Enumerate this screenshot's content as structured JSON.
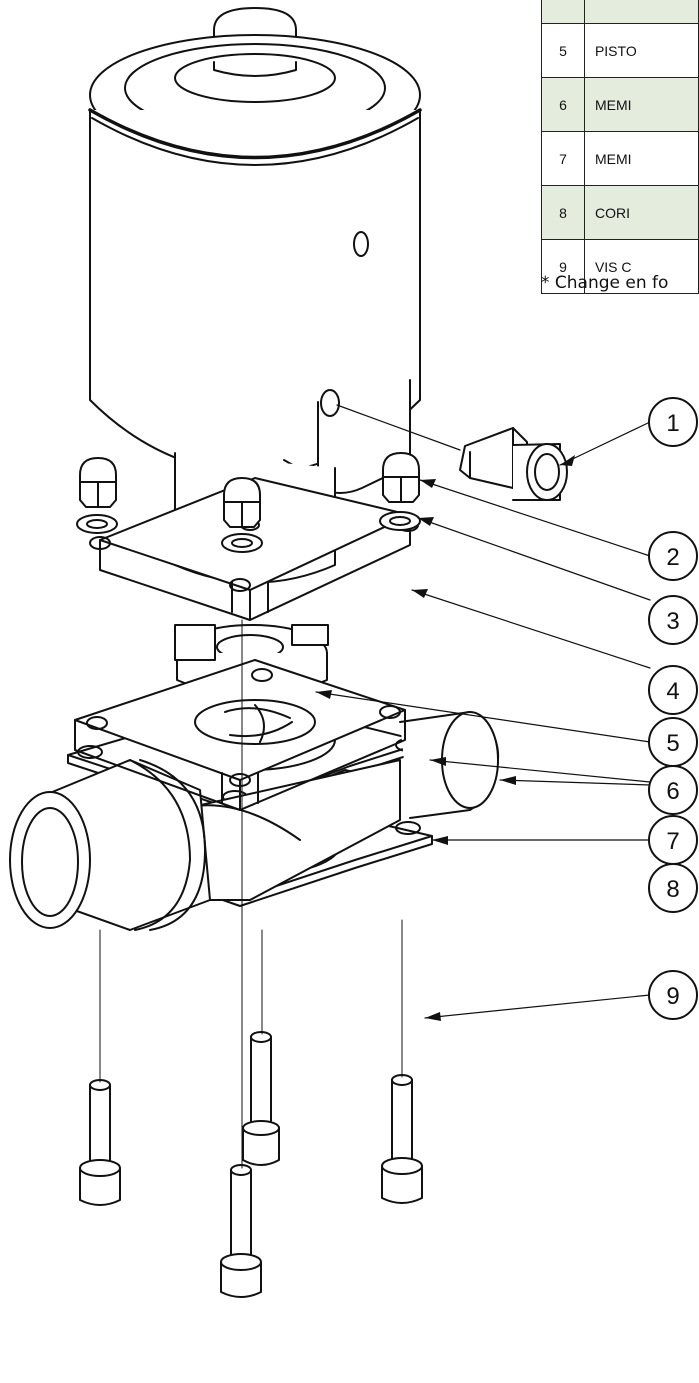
{
  "parts_table": {
    "rows": [
      {
        "num": "",
        "desc": ""
      },
      {
        "num": "5",
        "desc": "PISTO"
      },
      {
        "num": "6",
        "desc": "MEMI"
      },
      {
        "num": "7",
        "desc": "MEMI"
      },
      {
        "num": "8",
        "desc": "CORI"
      },
      {
        "num": "9",
        "desc": "VIS C"
      }
    ],
    "alt_row_color": "#e3ecdd"
  },
  "footnote": "* Change en fo",
  "callouts": [
    "1",
    "2",
    "3",
    "4",
    "5",
    "6",
    "7",
    "8",
    "9"
  ]
}
